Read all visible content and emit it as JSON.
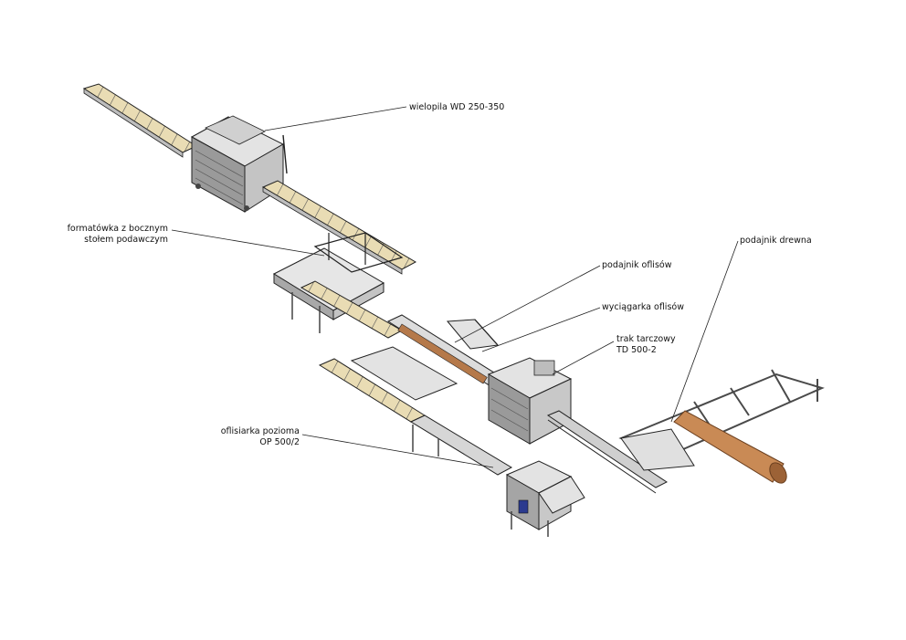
{
  "labels": {
    "wielopila": "wielopila WD 250-350",
    "formatowka_1": "formatówka z bocznym",
    "formatowka_2": "stołem podawczym",
    "podajnik_oflisow": "podajnik oflisów",
    "wyciagarka_oflisow": "wyciągarka oflisów",
    "trak_1": "trak tarczowy",
    "trak_2": "TD 500-2",
    "ofilsiarka_1": "oflisiarka pozioma",
    "ofilsiarka_2": "OP 500/2",
    "podajnik_drewna": "podajnik drewna"
  },
  "colors": {
    "line": "#222222",
    "machine_fill": "#d9d9d9",
    "machine_dark": "#8a8a8a",
    "board": "#e9dcb4",
    "log": "#c98a55",
    "log_dark": "#9c6236",
    "frame": "#4a4a4a",
    "motor_blue": "#2b3a8f"
  }
}
